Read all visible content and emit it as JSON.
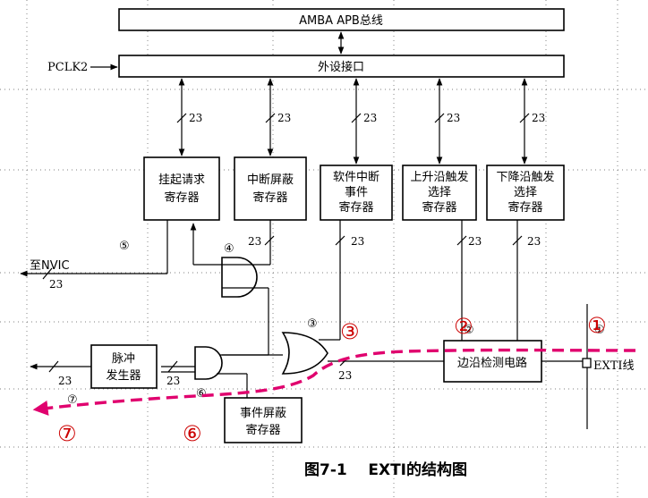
{
  "blocks": {
    "amba": "AMBA APB总线",
    "peripheral": "外设接口",
    "pending_l1": "挂起请求",
    "pending_l2": "寄存器",
    "intmask_l1": "中断屏蔽",
    "intmask_l2": "寄存器",
    "swint_l1": "软件中断",
    "swint_l2": "事件",
    "swint_l3": "寄存器",
    "rising_l1": "上升沿触发",
    "rising_l2": "选择",
    "rising_l3": "寄存器",
    "falling_l1": "下降沿触发",
    "falling_l2": "选择",
    "falling_l3": "寄存器",
    "pulse_l1": "脉冲",
    "pulse_l2": "发生器",
    "evmask_l1": "事件屏蔽",
    "evmask_l2": "寄存器",
    "edge": "边沿检测电路"
  },
  "labels": {
    "pclk": "PCLK2",
    "nvic": "至NVIC",
    "exti": "EXTI线",
    "bus_width": "23"
  },
  "circle_numbers": {
    "n1": "①",
    "n2": "②",
    "n3": "③",
    "n4": "④",
    "n5": "⑤",
    "n6": "⑥",
    "n7": "⑦"
  },
  "colors": {
    "signal_path": "#e0006e",
    "marker": "#cc0000"
  },
  "caption": "图7-1    EXTI的结构图"
}
